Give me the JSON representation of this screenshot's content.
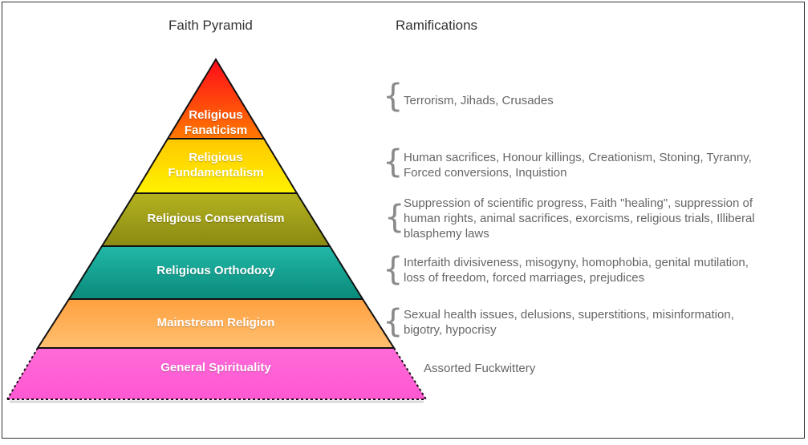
{
  "headers": {
    "pyramid_title": "Faith Pyramid",
    "ramifications_title": "Ramifications"
  },
  "tiers": [
    {
      "label": "Religious\nFanaticism",
      "color": "#ff5a00",
      "ramifications": "Terrorism, Jihads, Crusades"
    },
    {
      "label": "Religious\nFundamentalism",
      "color": "#ffe000",
      "ramifications": "Human sacrifices, Honour killings, Creationism, Stoning, Tyranny,\nForced conversions, Inquistion"
    },
    {
      "label": "Religious Conservatism",
      "color": "#a8a61a",
      "ramifications": "Suppression of scientific progress, Faith \"healing\", suppression of\nhuman rights, animal sacrifices, exorcisms, religious trials, Illiberal\nblasphemy laws"
    },
    {
      "label": "Religious Orthodoxy",
      "color": "#1aa89a",
      "ramifications": "Interfaith divisiveness, misogyny, homophobia, genital mutilation,\nloss of freedom, forced marriages, prejudices"
    },
    {
      "label": "Mainstream Religion",
      "color": "#ffb050",
      "ramifications": "Sexual health issues, delusions, superstitions, misinformation,\nbigotry, hypocrisy"
    },
    {
      "label": "General Spirituality",
      "color": "#ff66dd",
      "ramifications": "Assorted Fuckwittery"
    }
  ]
}
